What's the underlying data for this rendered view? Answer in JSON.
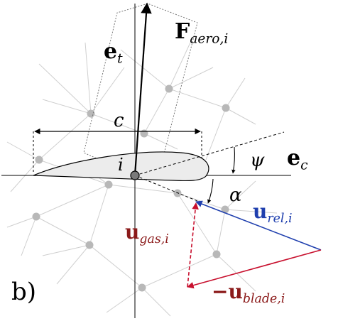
{
  "panel_label": "b)",
  "labels": {
    "force": {
      "main": "F",
      "sub": "aero,i"
    },
    "et": {
      "main": "e",
      "sub": "t"
    },
    "ec": {
      "main": "e",
      "sub": "c"
    },
    "chord": "c",
    "node": "i",
    "psi": "ψ",
    "alpha": "α",
    "urel": {
      "main": "u",
      "sub": "rel,i"
    },
    "ugas": {
      "main": "u",
      "sub": "gas,i"
    },
    "ublade": {
      "prefix": "−",
      "main": "u",
      "sub": "blade,i"
    }
  },
  "colors": {
    "blue": "#1f3fae",
    "dark_red": "#8b1a1a",
    "red": "#c8102e",
    "mesh": "#c8c8c8",
    "node": "#b4b4b4",
    "airfoil_fill": "#ececec"
  }
}
